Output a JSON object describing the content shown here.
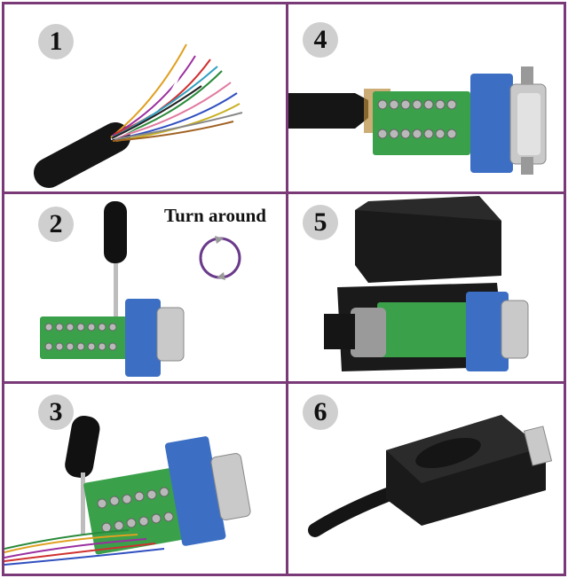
{
  "steps": [
    {
      "number": "1",
      "scene": "stripped-cable-wires"
    },
    {
      "number": "2",
      "scene": "screwdriver-terminal-block"
    },
    {
      "number": "3",
      "scene": "insert-wires-terminal-block"
    },
    {
      "number": "4",
      "scene": "wired-db9-breakout"
    },
    {
      "number": "5",
      "scene": "open-housing-assembly"
    },
    {
      "number": "6",
      "scene": "closed-housing"
    }
  ],
  "annotation": {
    "turn_label": "Turn around",
    "icon": "rotate-arrows-icon"
  },
  "colors": {
    "frame": "#7a3a78",
    "badge": "#cfcfcf",
    "terminal_green": "#3aa04a",
    "connector_blue": "#3c6fc4",
    "housing_black": "#1a1a1a"
  }
}
